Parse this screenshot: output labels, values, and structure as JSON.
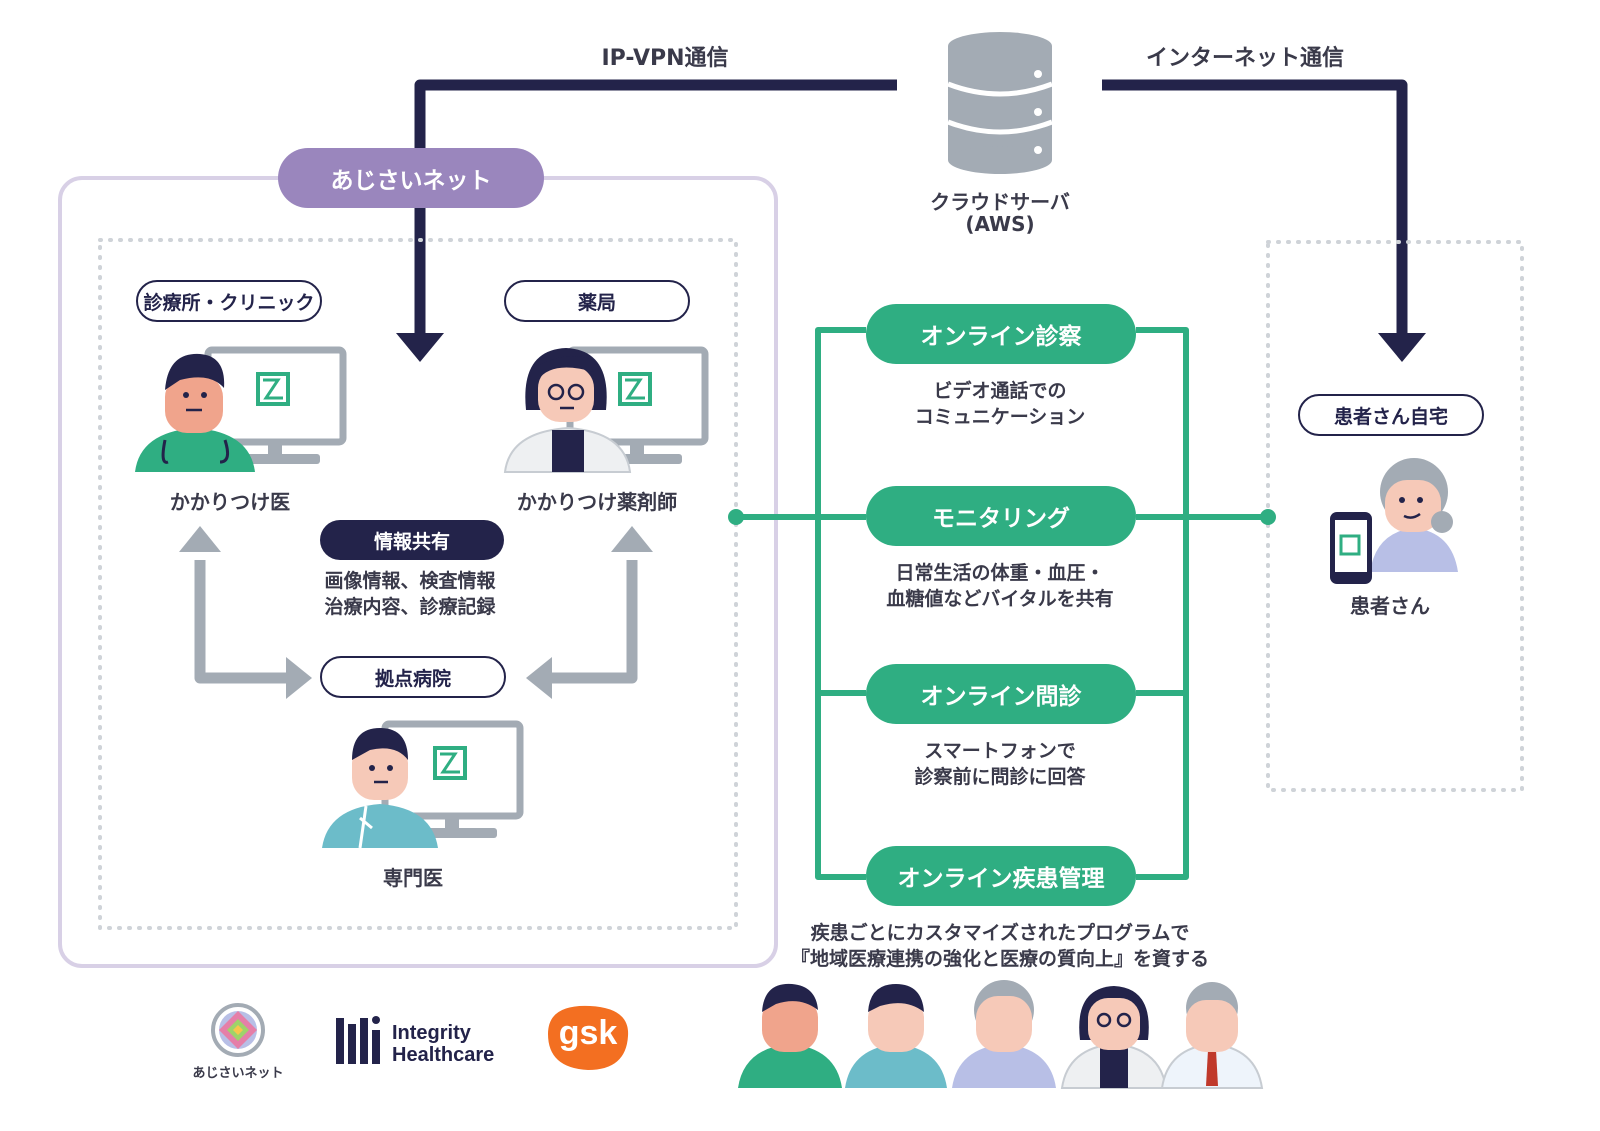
{
  "network": {
    "top_left_link": "IP-VPN通信",
    "top_right_link": "インターネット通信",
    "server_label_1": "クラウドサーバ",
    "server_label_2": "(AWS)",
    "network_name": "あじさいネット"
  },
  "left_panel": {
    "clinic_tag": "診療所・クリニック",
    "clinic_person": "かかりつけ医",
    "pharmacy_tag": "薬局",
    "pharmacy_person": "かかりつけ薬剤師",
    "sharing_tag": "情報共有",
    "sharing_line_1": "画像情報、検査情報",
    "sharing_line_2": "治療内容、診療記録",
    "hospital_tag": "拠点病院",
    "hospital_person": "専門医"
  },
  "services": [
    {
      "name": "オンライン診察",
      "line_1": "ビデオ通話での",
      "line_2": "コミュニケーション"
    },
    {
      "name": "モニタリング",
      "line_1": "日常生活の体重・血圧・",
      "line_2": "血糖値などバイタルを共有"
    },
    {
      "name": "オンライン問診",
      "line_1": "スマートフォンで",
      "line_2": "診察前に問診に回答"
    },
    {
      "name": "オンライン疾患管理",
      "line_1": "疾患ごとにカスタマイズされたプログラムで",
      "line_2": "『地域医療連携の強化と医療の質向上』を資する"
    }
  ],
  "patient": {
    "home_tag": "患者さん自宅",
    "person": "患者さん"
  },
  "logos": {
    "ajisai_caption": "あじさいネット",
    "integrity_line_1": "Integrity",
    "integrity_line_2": "Healthcare",
    "gsk": "gsk"
  },
  "colors": {
    "navy": "#23234a",
    "purple": "#9a86bd",
    "green": "#2fae82",
    "gray": "#a3abb4"
  }
}
